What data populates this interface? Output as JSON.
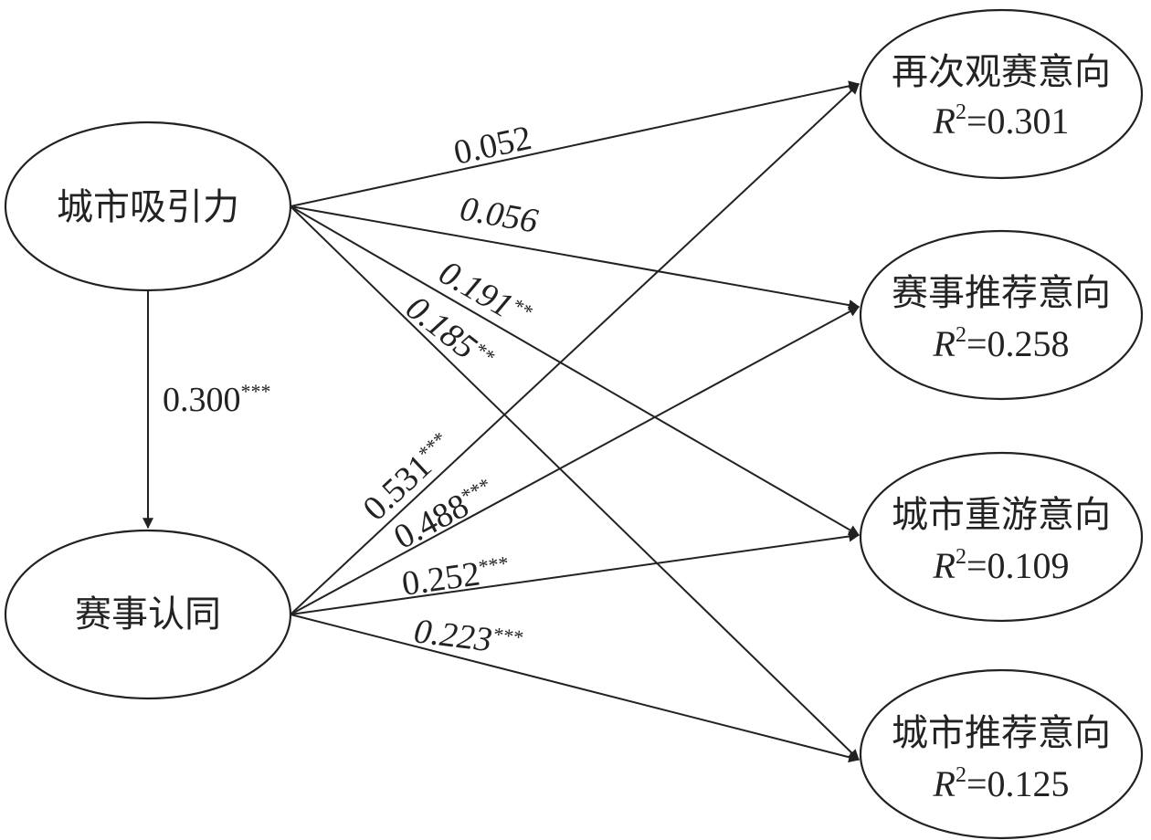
{
  "nodes": {
    "city_attraction": {
      "label": "城市吸引力"
    },
    "event_identity": {
      "label": "赛事认同"
    },
    "rewatch_intention": {
      "label": "再次观赛意向",
      "r2_var": "R",
      "r2_exp": "2",
      "r2_value": "=0.301"
    },
    "event_recommend_intention": {
      "label": "赛事推荐意向",
      "r2_var": "R",
      "r2_exp": "2",
      "r2_value": "=0.258"
    },
    "city_revisit_intention": {
      "label": "城市重游意向",
      "r2_var": "R",
      "r2_exp": "2",
      "r2_value": "=0.109"
    },
    "city_recommend_intention": {
      "label": "城市推荐意向",
      "r2_var": "R",
      "r2_exp": "2",
      "r2_value": "=0.125"
    }
  },
  "edges": {
    "ca_ei": {
      "value": "0.300",
      "stars": "***"
    },
    "ca_rw": {
      "value": "0.052",
      "stars": ""
    },
    "ca_er": {
      "value": "0.056",
      "stars": ""
    },
    "ca_cv": {
      "value": "0.191",
      "stars": "**"
    },
    "ca_cr": {
      "value": "0.185",
      "stars": "**"
    },
    "ei_rw": {
      "value": "0.531",
      "stars": "***"
    },
    "ei_er": {
      "value": "0.488",
      "stars": "***"
    },
    "ei_cv": {
      "value": "0.252",
      "stars": "***"
    },
    "ei_cr": {
      "value": "0.223",
      "stars": "***"
    }
  }
}
